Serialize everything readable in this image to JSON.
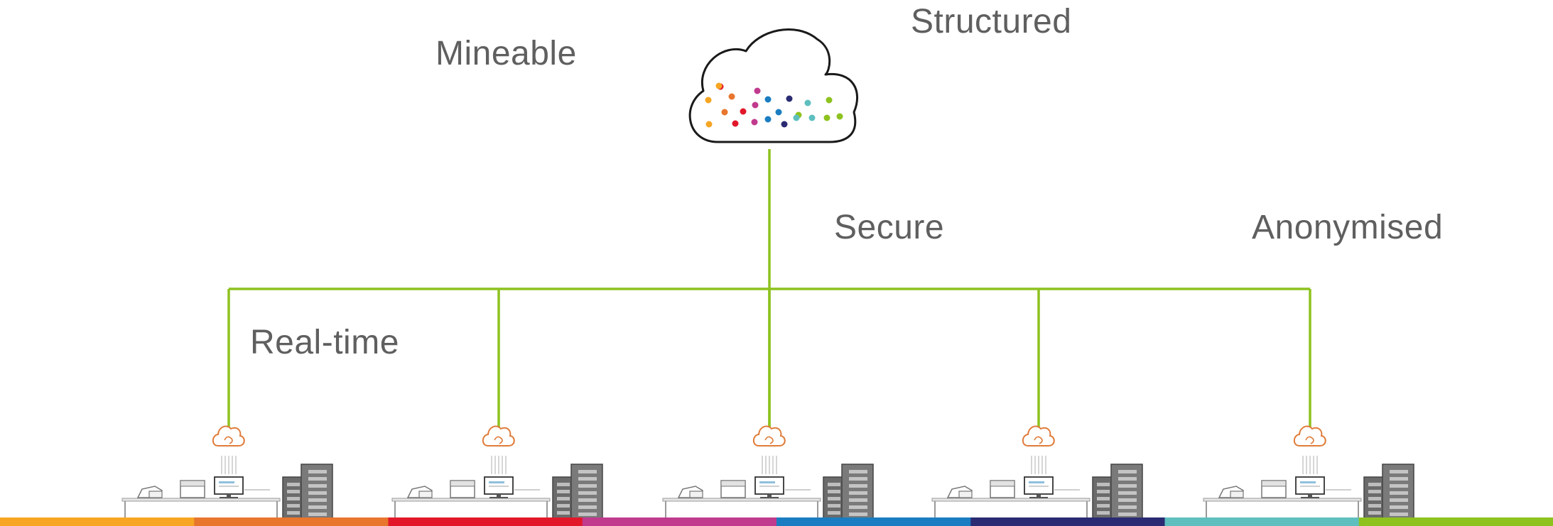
{
  "labels": {
    "mineable": "Mineable",
    "structured": "Structured",
    "secure": "Secure",
    "anonymised": "Anonymised",
    "real_time": "Real-time"
  },
  "colors": {
    "connector": "#8dc21f",
    "small_cloud": "#e07b39",
    "text": "#5f5f5f",
    "bottom_bar": [
      "#f6a623",
      "#e8762d",
      "#e2172a",
      "#c03a8d",
      "#1a7dc1",
      "#2a2b72",
      "#5fbfbf",
      "#8dc21f"
    ]
  },
  "cloud_dot_colors": [
    "#f6a623",
    "#e8762d",
    "#e2172a",
    "#c03a8d",
    "#1a7dc1",
    "#2a2b72",
    "#5fbfbf",
    "#8dc21f"
  ],
  "icons": [
    "cloud-data-icon",
    "small-cloud-icon",
    "lab-workstation-icon",
    "server-rack-icon"
  ],
  "site_count": 5
}
